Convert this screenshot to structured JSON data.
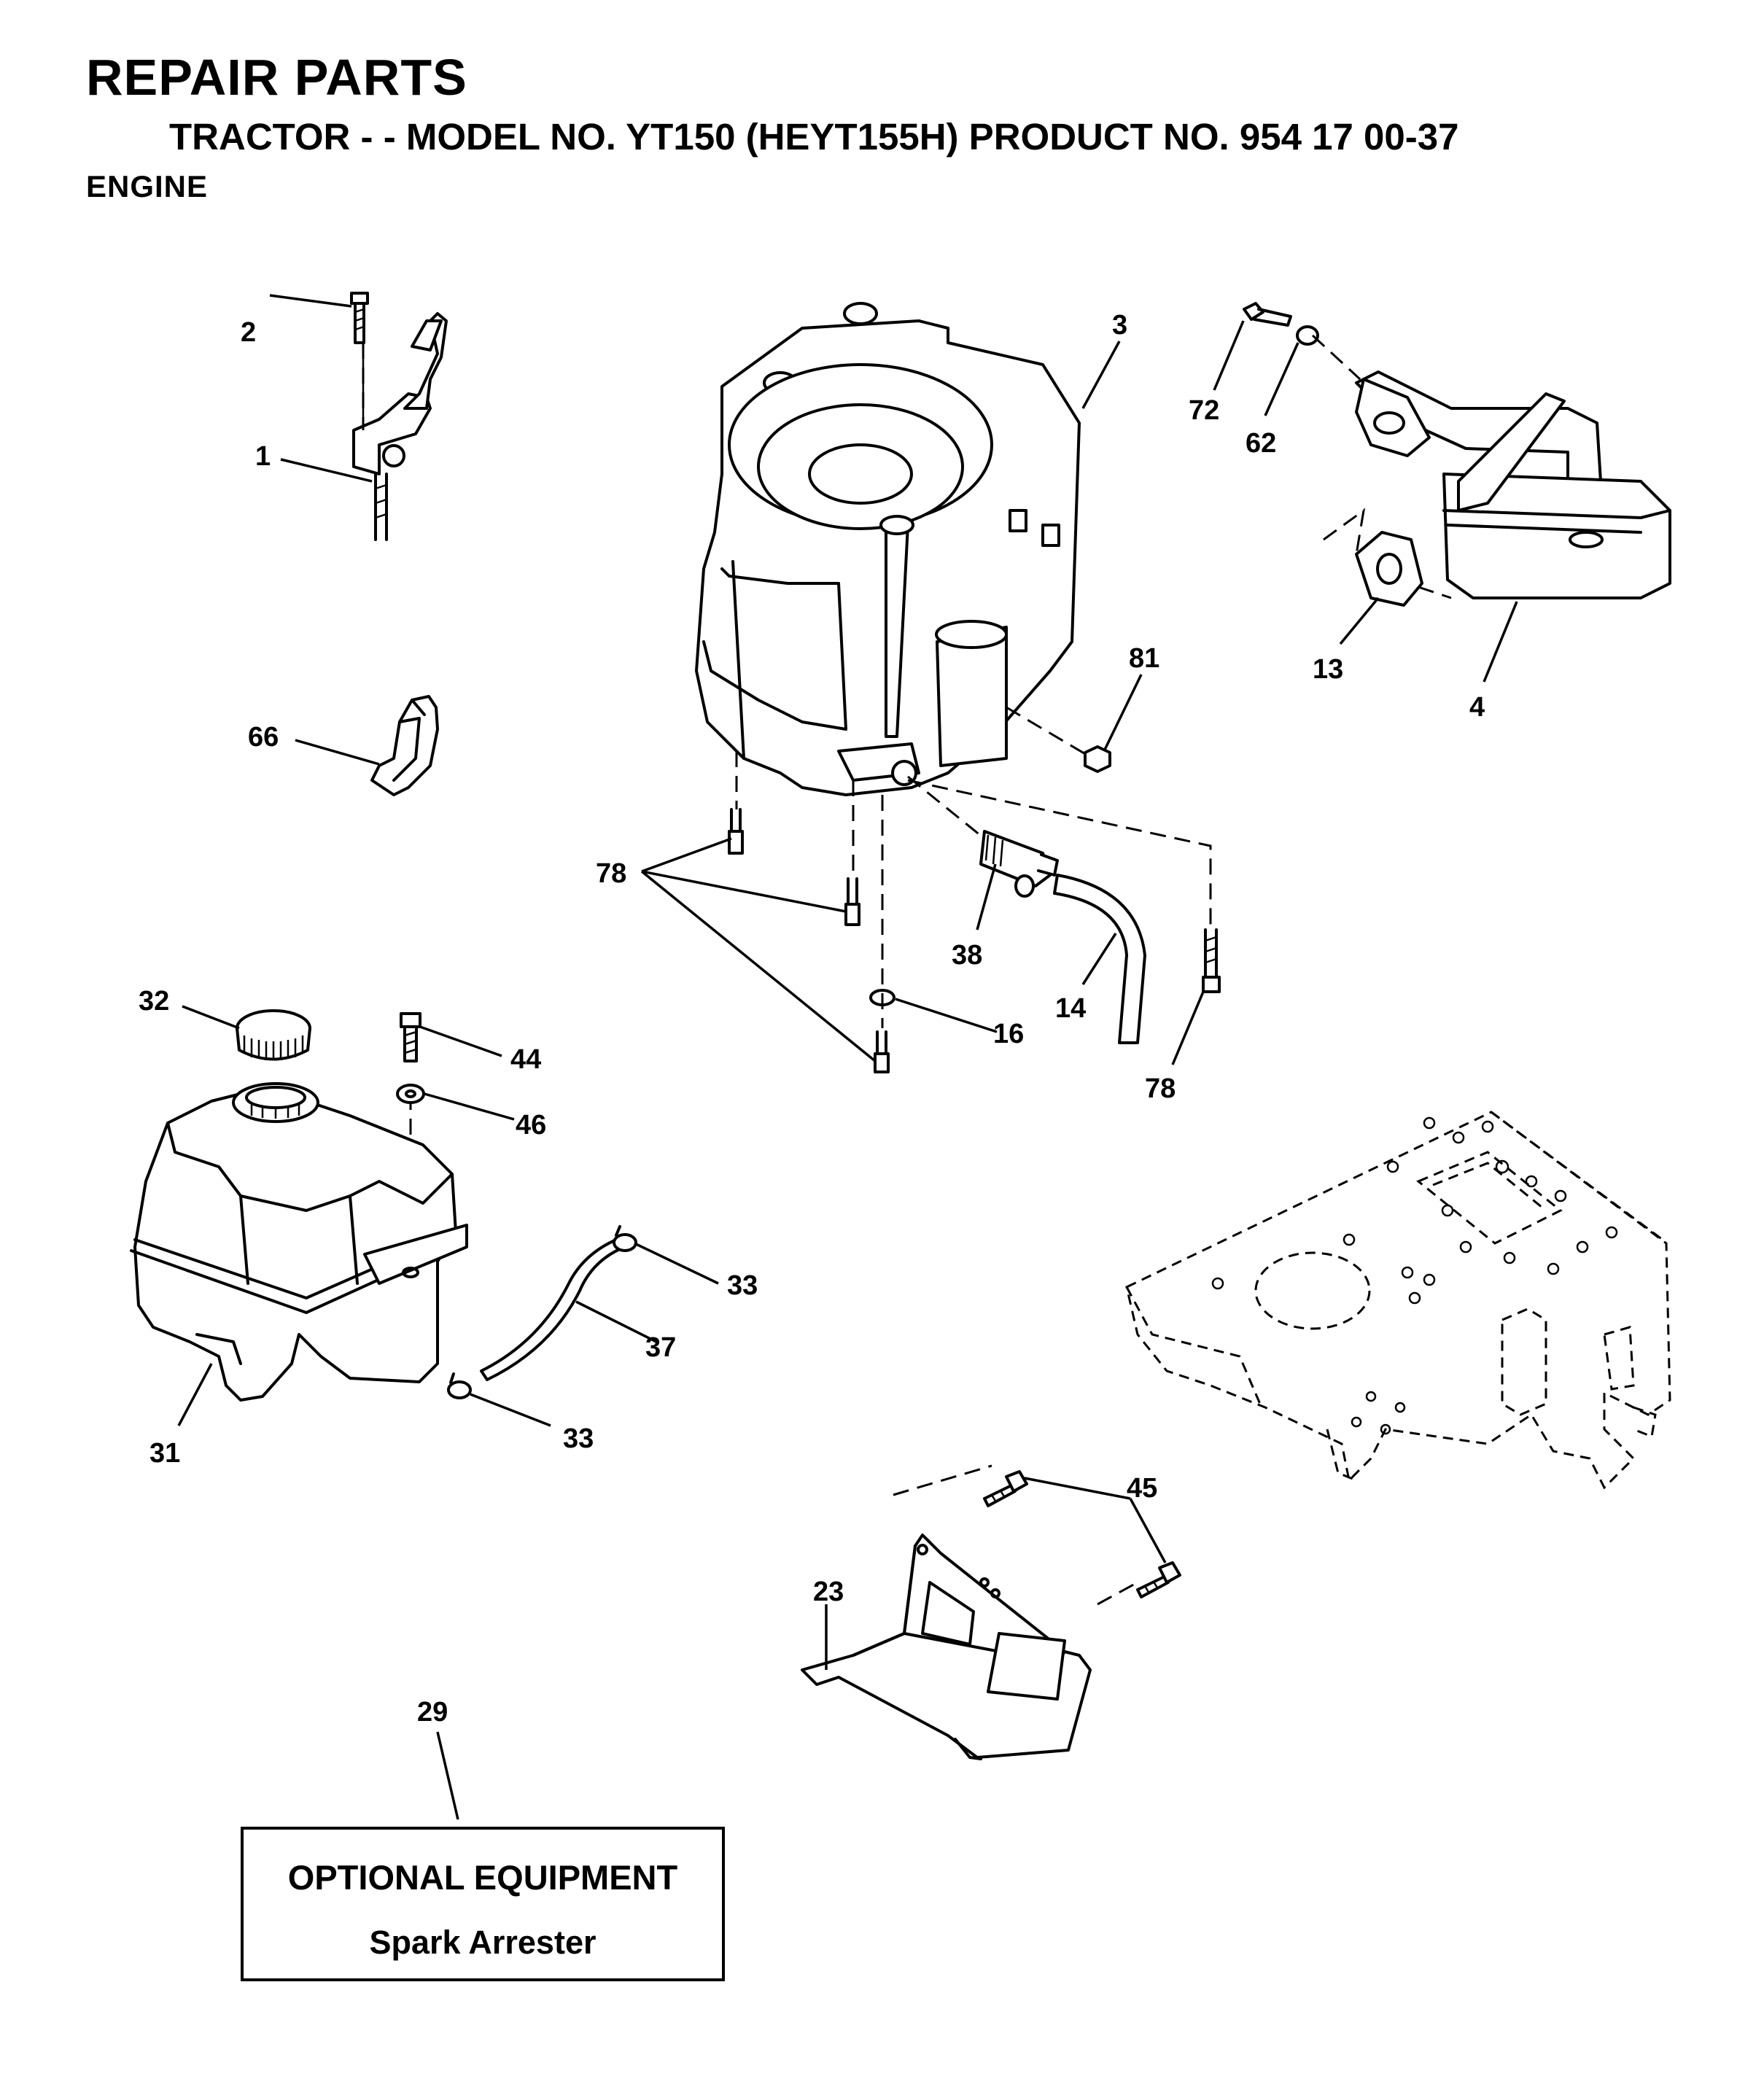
{
  "header": {
    "title": "REPAIR PARTS",
    "subtitle": "TRACTOR - - MODEL NO. YT150 (HEYT155H) PRODUCT NO. 954 17 00-37",
    "section": "ENGINE"
  },
  "callouts": [
    {
      "id": "c2",
      "text": "2"
    },
    {
      "id": "c1",
      "text": "1"
    },
    {
      "id": "c66",
      "text": "66"
    },
    {
      "id": "c3",
      "text": "3"
    },
    {
      "id": "c72",
      "text": "72"
    },
    {
      "id": "c62",
      "text": "62"
    },
    {
      "id": "c13",
      "text": "13"
    },
    {
      "id": "c4",
      "text": "4"
    },
    {
      "id": "c81",
      "text": "81"
    },
    {
      "id": "c78a",
      "text": "78"
    },
    {
      "id": "c38",
      "text": "38"
    },
    {
      "id": "c14",
      "text": "14"
    },
    {
      "id": "c16",
      "text": "16"
    },
    {
      "id": "c78b",
      "text": "78"
    },
    {
      "id": "c32",
      "text": "32"
    },
    {
      "id": "c44",
      "text": "44"
    },
    {
      "id": "c46",
      "text": "46"
    },
    {
      "id": "c33a",
      "text": "33"
    },
    {
      "id": "c37",
      "text": "37"
    },
    {
      "id": "c33b",
      "text": "33"
    },
    {
      "id": "c31",
      "text": "31"
    },
    {
      "id": "c45",
      "text": "45"
    },
    {
      "id": "c23",
      "text": "23"
    },
    {
      "id": "c29",
      "text": "29"
    }
  ],
  "optional_box": {
    "heading": "OPTIONAL EQUIPMENT",
    "item": "Spark Arrester"
  }
}
